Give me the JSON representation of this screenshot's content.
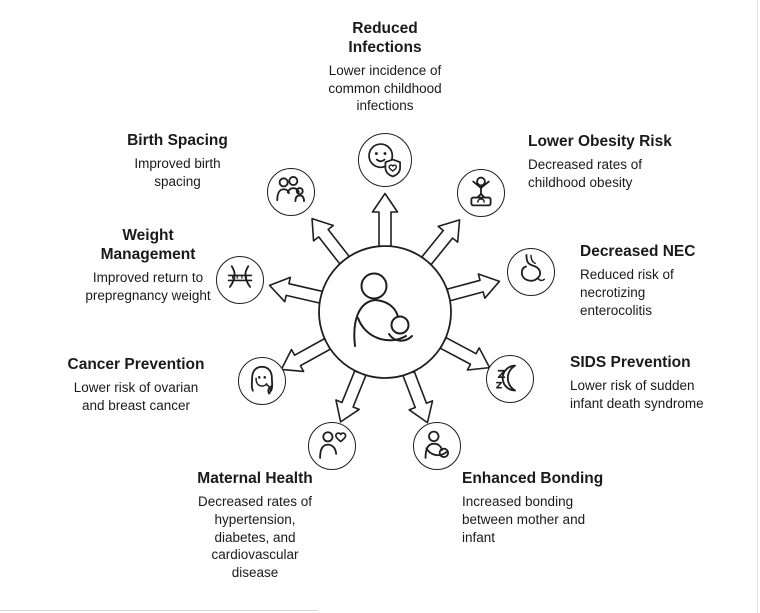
{
  "page": {
    "background": "#ffffff",
    "line_color": "#1f1f1f"
  },
  "hub": {
    "icon": "mother-nursing-infant-icon"
  },
  "benefits": [
    {
      "title": "Reduced Infections",
      "description": "Lower incidence of common childhood infections",
      "icon": "baby-face-shield-icon"
    },
    {
      "title": "Lower Obesity Risk",
      "description": "Decreased rates of childhood obesity",
      "icon": "person-on-scale-icon"
    },
    {
      "title": "Decreased NEC",
      "description": "Reduced risk of necrotizing enterocolitis",
      "icon": "stomach-icon"
    },
    {
      "title": "SIDS Prevention",
      "description": "Lower risk of sudden infant death syndrome",
      "icon": "crescent-moon-sleep-icon"
    },
    {
      "title": "Enhanced Bonding",
      "description": "Increased bonding between mother and infant",
      "icon": "parent-holding-baby-icon"
    },
    {
      "title": "Maternal Health",
      "description": "Decreased rates of hypertension, diabetes, and cardiovascular disease",
      "icon": "person-with-heart-icon"
    },
    {
      "title": "Cancer Prevention",
      "description": "Lower risk of ovarian and breast cancer",
      "icon": "woman-awareness-ribbon-icon"
    },
    {
      "title": "Weight Management",
      "description": "Improved return to prepregnancy weight",
      "icon": "waist-measuring-tape-icon"
    },
    {
      "title": "Birth Spacing",
      "description": "Improved birth spacing",
      "icon": "family-icon"
    }
  ]
}
